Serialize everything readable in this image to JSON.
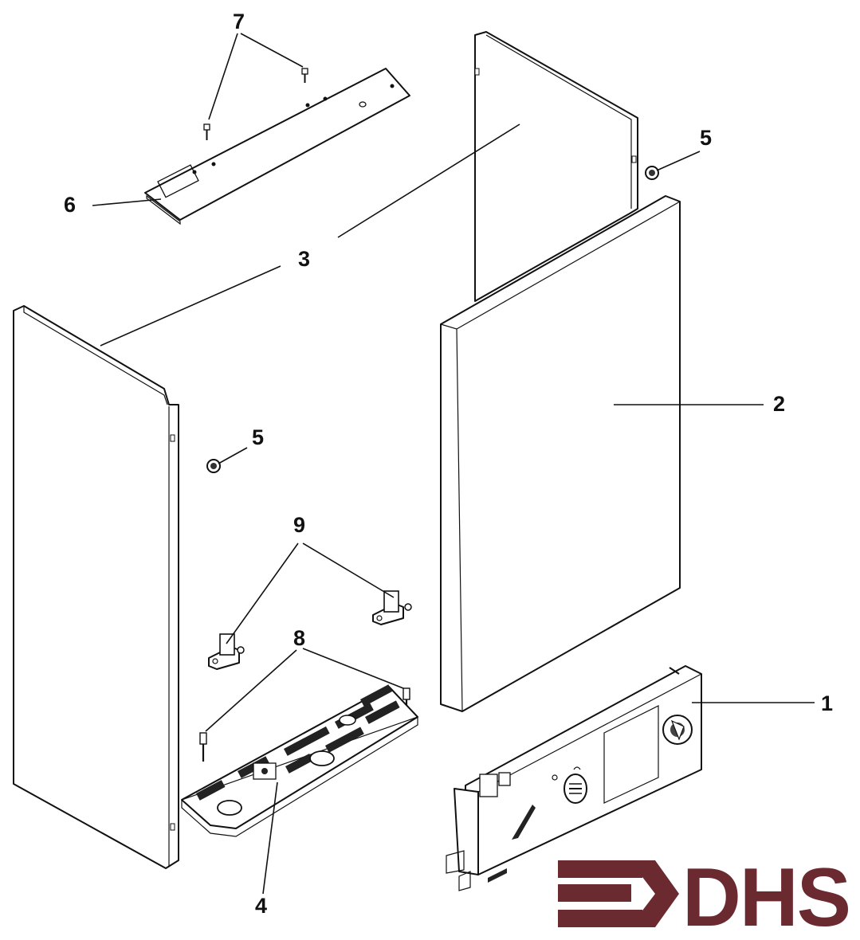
{
  "diagram": {
    "callouts": [
      {
        "id": "1",
        "label": "1"
      },
      {
        "id": "2",
        "label": "2"
      },
      {
        "id": "3a",
        "label": "3"
      },
      {
        "id": "4",
        "label": "4"
      },
      {
        "id": "5a",
        "label": "5"
      },
      {
        "id": "5b",
        "label": "5"
      },
      {
        "id": "6",
        "label": "6"
      },
      {
        "id": "7",
        "label": "7"
      },
      {
        "id": "8",
        "label": "8"
      },
      {
        "id": "9",
        "label": "9"
      }
    ]
  },
  "logo": {
    "text": "DHS",
    "color": "#6b2a30"
  },
  "colors": {
    "line": "#111111",
    "panel_fill": "#ffffff",
    "logo": "#6b2a30"
  }
}
